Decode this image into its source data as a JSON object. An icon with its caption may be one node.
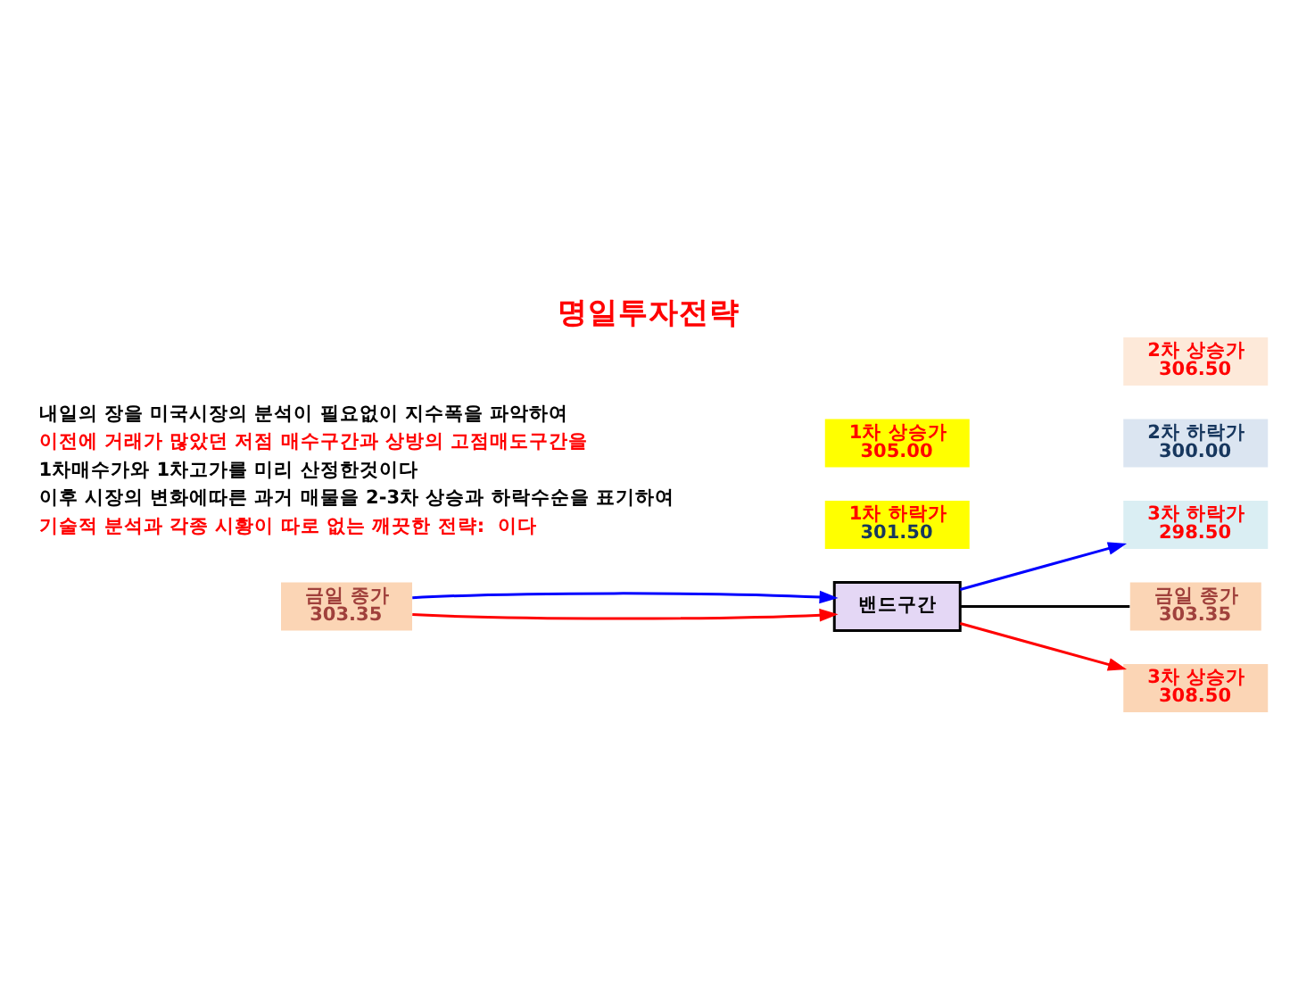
{
  "diagram": {
    "title": "명일투자전략",
    "nodes": [
      {
        "text": [
          "금일 종가",
          "303.35"
        ]
      },
      {
        "text": [
          "1차 상승가",
          "305.00"
        ]
      },
      {
        "text": [
          "2차 상승가",
          "306.50"
        ]
      },
      {
        "text": [
          "3차 상승가",
          "308.50"
        ]
      },
      {
        "text": [
          "밴드구간"
        ]
      },
      {
        "text": [
          "1차 하락가",
          "301.50"
        ]
      },
      {
        "text": [
          "2차 하락가",
          "300.00"
        ]
      },
      {
        "text": [
          "금일 종가",
          "303.35"
        ]
      },
      {
        "text": [
          "3차 하락가",
          "298.50"
        ]
      }
    ],
    "edges": [
      {
        "from": 0,
        "to": 4,
        "arrow": "to",
        "color": "#ff0000"
      },
      {
        "from": 4,
        "to": 3,
        "arrow": "to",
        "color": "#ff0000"
      },
      {
        "from": 0,
        "to": 4,
        "arrow": "to",
        "color": "#0000ff"
      },
      {
        "from": 4,
        "to": 8,
        "arrow": "to",
        "color": "#0000ff"
      },
      {
        "from": 4,
        "to": 7,
        "arrow": "none",
        "color": "#000000"
      }
    ],
    "labels": [
      "내일의 장을 미국시장의 분석이 필요없이 지수폭을 파악하여",
      "이전에 거래가 많았던 저점 매수구간과 상방의 고점매도구간을",
      "1차매수가와 1차고가를 미리 산정한것이다",
      "이후 시장의 변화에따른 과거 매물을 2-3차 상승과 하락수순을 표기하여",
      "기술적 분석과 각종 시황이 따로 없는 깨끗한 전략:  이다"
    ]
  }
}
